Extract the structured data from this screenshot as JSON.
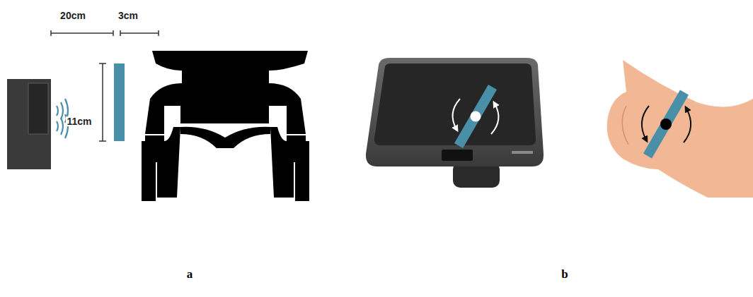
{
  "diagram": {
    "labels": [
      "20cm",
      "3cm",
      "11cm",
      "a",
      "b"
    ]
  }
}
